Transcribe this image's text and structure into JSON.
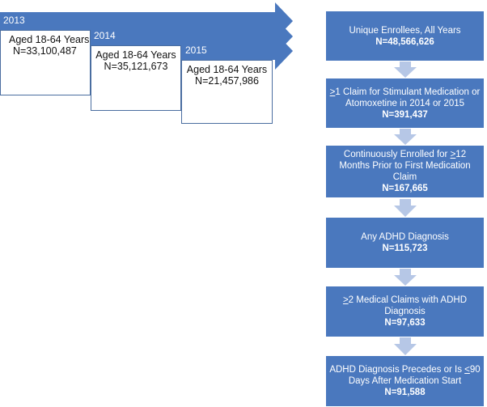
{
  "cohorts": [
    {
      "year": "2013",
      "age": "Aged 18-64 Years",
      "n": "N=33,100,487"
    },
    {
      "year": "2014",
      "age": "Aged 18-64 Years",
      "n": "N=35,121,673"
    },
    {
      "year": "2015",
      "age": "Aged 18-64 Years",
      "n": "N=21,457,986"
    }
  ],
  "flow": [
    {
      "text": "Unique Enrollees, All Years",
      "n": "N=48,566,626"
    },
    {
      "sym": ">",
      "text": "1 Claim for Stimulant Medication or Atomoxetine in 2014 or 2015",
      "n": "N=391,437"
    },
    {
      "pre": "Continuously Enrolled for ",
      "sym": ">",
      "post": "12 Months Prior to First Medication Claim",
      "n": "N=167,665"
    },
    {
      "text": "Any ADHD Diagnosis",
      "n": "N=115,723"
    },
    {
      "sym": ">",
      "text": "2 Medical Claims with ADHD Diagnosis",
      "n": "N=97,633"
    },
    {
      "pre": "ADHD Diagnosis Precedes or Is ",
      "sym": "<",
      "post": "90 Days After Medication Start",
      "n": "N=91,588"
    }
  ],
  "colors": {
    "arrow": "#4a78be",
    "box": "#4a78be",
    "connector": "#b6c7e6"
  }
}
